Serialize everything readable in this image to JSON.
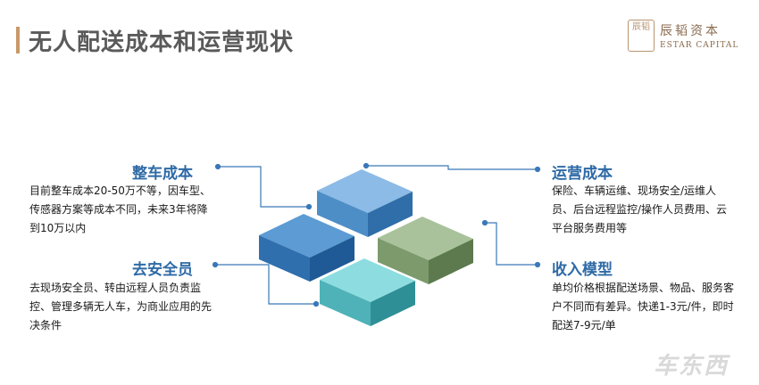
{
  "slide": {
    "title": "无人配送成本和运营现状",
    "logo": {
      "seal": "辰韬",
      "cn": "辰韬资本",
      "en": "ESTAR CAPITAL"
    },
    "sections": {
      "vehicle_cost": {
        "title": "整车成本",
        "body": "目前整车成本20-50万不等，因车型、传感器方案等成本不同，未来3年将降到10万以内"
      },
      "operating_cost": {
        "title": "运营成本",
        "body": "保险、车辆运维、现场安全/运维人员、后台远程监控/操作人员费用、云平台服务费用等"
      },
      "remove_safety": {
        "title": "去安全员",
        "body": "去现场安全员、转由远程人员负责监控、管理多辆无人车，为商业应用的先决条件"
      },
      "revenue_model": {
        "title": "收入模型",
        "body": "单均价格根据配送场景、物品、服务客户不同而有差异。快递1-3元/件，即时配送7-9元/单"
      }
    },
    "watermark": "车东西",
    "colors": {
      "top_block": "#7fb3e0",
      "left_block": "#4a8cc9",
      "right_block": "#9bb58c",
      "bottom_block": "#7fd4d6",
      "connector": "#3a78b8",
      "accent_title": "#2e6aa6",
      "brand": "#c79a6b"
    }
  }
}
